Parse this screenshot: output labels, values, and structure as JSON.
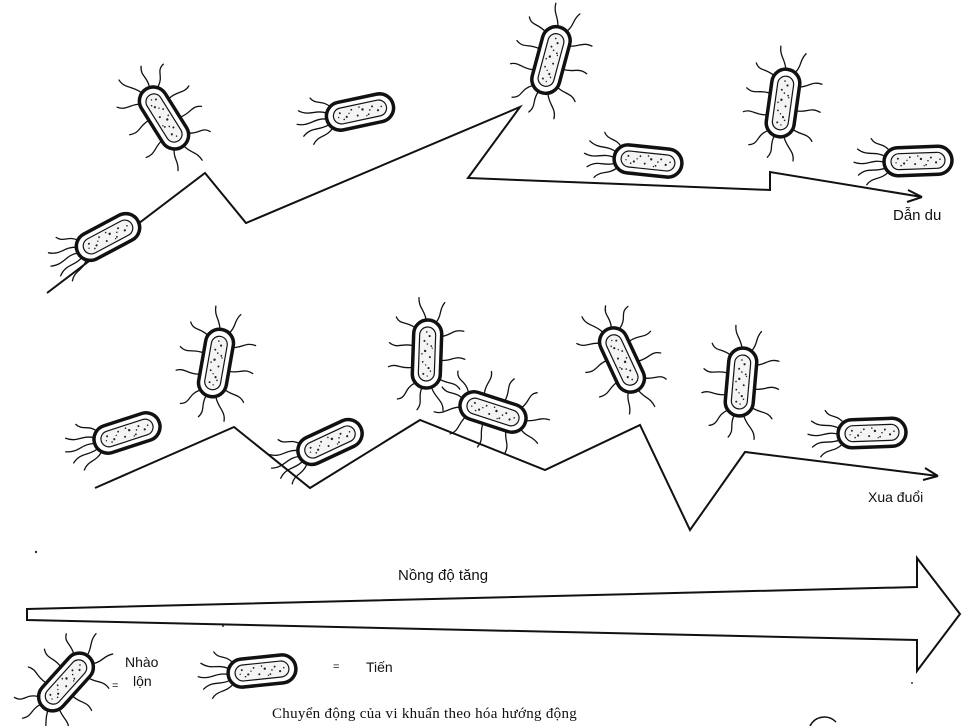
{
  "labels": {
    "attractant": "Dẫn du",
    "repellent": "Xua đuổi",
    "concentration": "Nồng độ tăng",
    "tumble_line1": "Nhào",
    "tumble_line2": "lộn",
    "run": "Tiến",
    "equals": "="
  },
  "caption": "Chuyển động của vi khuẩn theo hóa hướng động",
  "colors": {
    "ink": "#111111",
    "paper": "#ffffff"
  }
}
